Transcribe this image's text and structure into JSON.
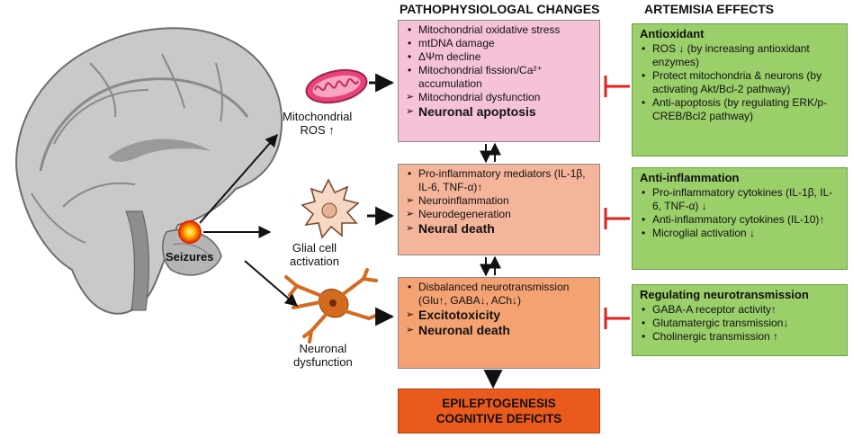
{
  "headings": {
    "patho": "PATHOPHYSIOLOGAL CHANGES",
    "artemisia": "ARTEMISIA EFFECTS"
  },
  "triggers": {
    "seizures": "Seizures",
    "mito_line1": "Mitochondrial",
    "mito_line2": "ROS ↑",
    "glial_line1": "Glial cell",
    "glial_line2": "activation",
    "neuron_line1": "Neuronal",
    "neuron_line2": "dysfunction"
  },
  "box1": {
    "items": [
      "Mitochondrial oxidative stress",
      "mtDNA damage",
      "ΔΨm decline",
      "Mitochondrial fission/Ca²⁺ accumulation"
    ],
    "arrow_items": [
      "Mitochondrial dysfunction"
    ],
    "conclusion": "Neuronal apoptosis"
  },
  "box2": {
    "items": [
      "Pro-inflammatory mediators (IL-1β, IL-6, TNF-α)↑"
    ],
    "arrow_items": [
      "Neuroinflammation",
      "Neurodegeneration"
    ],
    "conclusion": "Neural death"
  },
  "box3": {
    "items": [
      "Disbalanced neurotransmission (Glu↑, GABA↓, ACh↓)"
    ],
    "arrow_items": [
      "Excitotoxicity",
      "Neuronal death"
    ]
  },
  "final": {
    "line1": "EPILEPTOGENESIS",
    "line2": "COGNITIVE DEFICITS"
  },
  "effects": [
    {
      "title": "Antioxidant",
      "items": [
        "ROS ↓ (by increasing antioxidant enzymes)",
        "Protect mitochondria & neurons (by activating Akt/Bcl-2 pathway)",
        "Anti-apoptosis (by regulating ERK/p-CREB/Bcl2 pathway)"
      ]
    },
    {
      "title": "Anti-inflammation",
      "items": [
        "Pro-inflammatory cytokines (IL-1β, IL-6, TNF-α) ↓",
        "Anti-inflammatory cytokines (IL-10)↑",
        "Microglial activation ↓"
      ]
    },
    {
      "title": "Regulating neurotransmission",
      "items": [
        "GABA-A receptor activity↑",
        "Glutamatergic transmission↓",
        "Cholinergic transmission ↑"
      ]
    }
  ],
  "colors": {
    "pink": "#f6c2d8",
    "salmon_light": "#f5b59a",
    "salmon": "#f5a272",
    "orange": "#ea5a1c",
    "green": "#9bcf6a",
    "inhibit_red": "#e02020"
  }
}
